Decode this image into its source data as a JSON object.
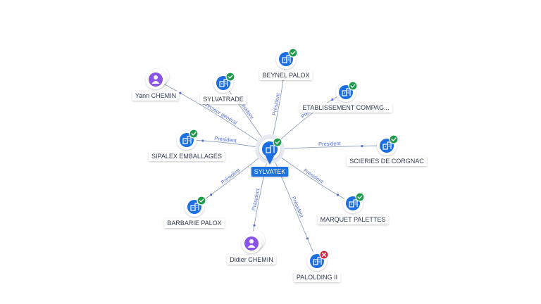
{
  "colors": {
    "company": "#1b6fe0",
    "person": "#8a55e6",
    "edge": "#8ea0b8",
    "edge_label": "#5a72d8",
    "ok_badge": "#1e9a4b",
    "ko_badge": "#d6223b",
    "center_tag": "#1b6fe0"
  },
  "center": {
    "name": "SYLVATEK",
    "icon": "building-icon",
    "status": "ok"
  },
  "nodes": [
    {
      "name": "BEYNEL PALOX",
      "kind": "company",
      "status": "ok",
      "relation": "Président"
    },
    {
      "name": "ETABLISSEMENT COMPAG...",
      "kind": "company",
      "status": "ok",
      "relation": "Président"
    },
    {
      "name": "SCIERIES DE CORGNAC",
      "kind": "company",
      "status": "ok",
      "relation": "Président"
    },
    {
      "name": "MARQUET PALETTES",
      "kind": "company",
      "status": "ok",
      "relation": "Président"
    },
    {
      "name": "PALOLDING II",
      "kind": "company",
      "status": "ko",
      "relation": "Président"
    },
    {
      "name": "Didier CHEMIN",
      "kind": "person",
      "status": "none",
      "relation": "Président"
    },
    {
      "name": "BARBARIE PALOX",
      "kind": "company",
      "status": "ok",
      "relation": "Président"
    },
    {
      "name": "SIPALEX EMBALLAGES",
      "kind": "company",
      "status": "ok",
      "relation": "Président"
    },
    {
      "name": "Yann CHEMIN",
      "kind": "person",
      "status": "none",
      "relation": "Directeur général"
    },
    {
      "name": "SYLVATRADE",
      "kind": "company",
      "status": "ok",
      "relation": "Président"
    }
  ]
}
